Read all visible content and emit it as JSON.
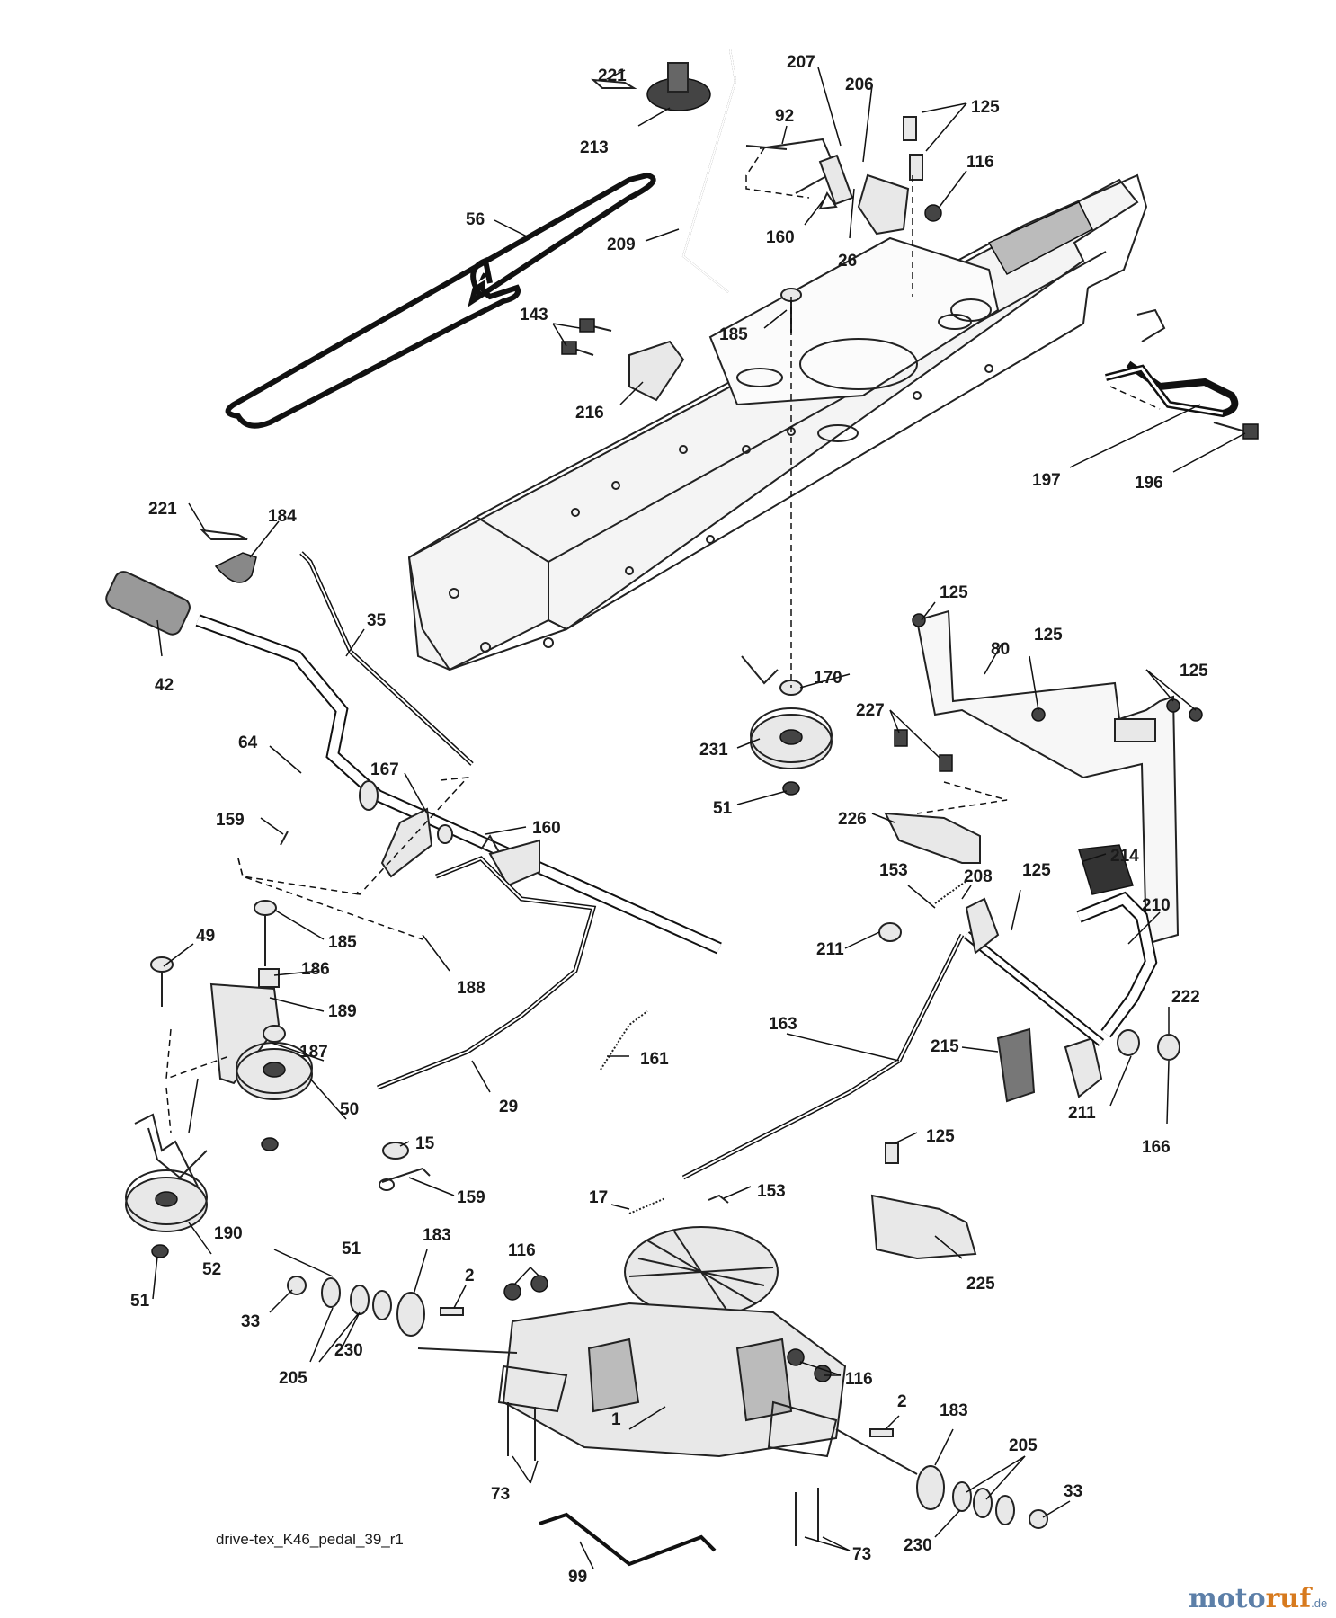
{
  "diagram": {
    "caption": "drive-tex_K46_pedal_39_r1",
    "watermark": {
      "part1": "moto",
      "part2": "ruf",
      "suffix": ".de"
    },
    "labels": [
      {
        "id": "l221a",
        "text": "221"
      },
      {
        "id": "l213",
        "text": "213"
      },
      {
        "id": "l207",
        "text": "207"
      },
      {
        "id": "l206",
        "text": "206"
      },
      {
        "id": "l125a",
        "text": "125"
      },
      {
        "id": "l92",
        "text": "92"
      },
      {
        "id": "l116a",
        "text": "116"
      },
      {
        "id": "l56",
        "text": "56"
      },
      {
        "id": "l160a",
        "text": "160"
      },
      {
        "id": "l26",
        "text": "26"
      },
      {
        "id": "l209",
        "text": "209"
      },
      {
        "id": "l143",
        "text": "143"
      },
      {
        "id": "l185a",
        "text": "185"
      },
      {
        "id": "l216",
        "text": "216"
      },
      {
        "id": "l197",
        "text": "197"
      },
      {
        "id": "l196",
        "text": "196"
      },
      {
        "id": "l221b",
        "text": "221"
      },
      {
        "id": "l184",
        "text": "184"
      },
      {
        "id": "l35",
        "text": "35"
      },
      {
        "id": "l42",
        "text": "42"
      },
      {
        "id": "l125b",
        "text": "125"
      },
      {
        "id": "l125c",
        "text": "125"
      },
      {
        "id": "l80",
        "text": "80"
      },
      {
        "id": "l125d",
        "text": "125"
      },
      {
        "id": "l170",
        "text": "170"
      },
      {
        "id": "l227",
        "text": "227"
      },
      {
        "id": "l231",
        "text": "231"
      },
      {
        "id": "l64",
        "text": "64"
      },
      {
        "id": "l167",
        "text": "167"
      },
      {
        "id": "l51a",
        "text": "51"
      },
      {
        "id": "l226",
        "text": "226"
      },
      {
        "id": "l159a",
        "text": "159"
      },
      {
        "id": "l160b",
        "text": "160"
      },
      {
        "id": "l214",
        "text": "214"
      },
      {
        "id": "l153a",
        "text": "153"
      },
      {
        "id": "l208",
        "text": "208"
      },
      {
        "id": "l125e",
        "text": "125"
      },
      {
        "id": "l210",
        "text": "210"
      },
      {
        "id": "l49",
        "text": "49"
      },
      {
        "id": "l185b",
        "text": "185"
      },
      {
        "id": "l211a",
        "text": "211"
      },
      {
        "id": "l186",
        "text": "186"
      },
      {
        "id": "l188",
        "text": "188"
      },
      {
        "id": "l189",
        "text": "189"
      },
      {
        "id": "l163",
        "text": "163"
      },
      {
        "id": "l222",
        "text": "222"
      },
      {
        "id": "l161",
        "text": "161"
      },
      {
        "id": "l187",
        "text": "187"
      },
      {
        "id": "l215",
        "text": "215"
      },
      {
        "id": "l29",
        "text": "29"
      },
      {
        "id": "l50",
        "text": "50"
      },
      {
        "id": "l211b",
        "text": "211"
      },
      {
        "id": "l166",
        "text": "166"
      },
      {
        "id": "l15",
        "text": "15"
      },
      {
        "id": "l125f",
        "text": "125"
      },
      {
        "id": "l159b",
        "text": "159"
      },
      {
        "id": "l190",
        "text": "190"
      },
      {
        "id": "l17",
        "text": "17"
      },
      {
        "id": "l153b",
        "text": "153"
      },
      {
        "id": "l51b",
        "text": "51"
      },
      {
        "id": "l52",
        "text": "52"
      },
      {
        "id": "l183a",
        "text": "183"
      },
      {
        "id": "l116b",
        "text": "116"
      },
      {
        "id": "l225",
        "text": "225"
      },
      {
        "id": "l51c",
        "text": "51"
      },
      {
        "id": "l2a",
        "text": "2"
      },
      {
        "id": "l33a",
        "text": "33"
      },
      {
        "id": "l230a",
        "text": "230"
      },
      {
        "id": "l205a",
        "text": "205"
      },
      {
        "id": "l116c",
        "text": "116"
      },
      {
        "id": "l183b",
        "text": "183"
      },
      {
        "id": "l2b",
        "text": "2"
      },
      {
        "id": "l205b",
        "text": "205"
      },
      {
        "id": "l1",
        "text": "1"
      },
      {
        "id": "l73a",
        "text": "73"
      },
      {
        "id": "l33b",
        "text": "33"
      },
      {
        "id": "l99",
        "text": "99"
      },
      {
        "id": "l73b",
        "text": "73"
      },
      {
        "id": "l230b",
        "text": "230"
      }
    ]
  }
}
